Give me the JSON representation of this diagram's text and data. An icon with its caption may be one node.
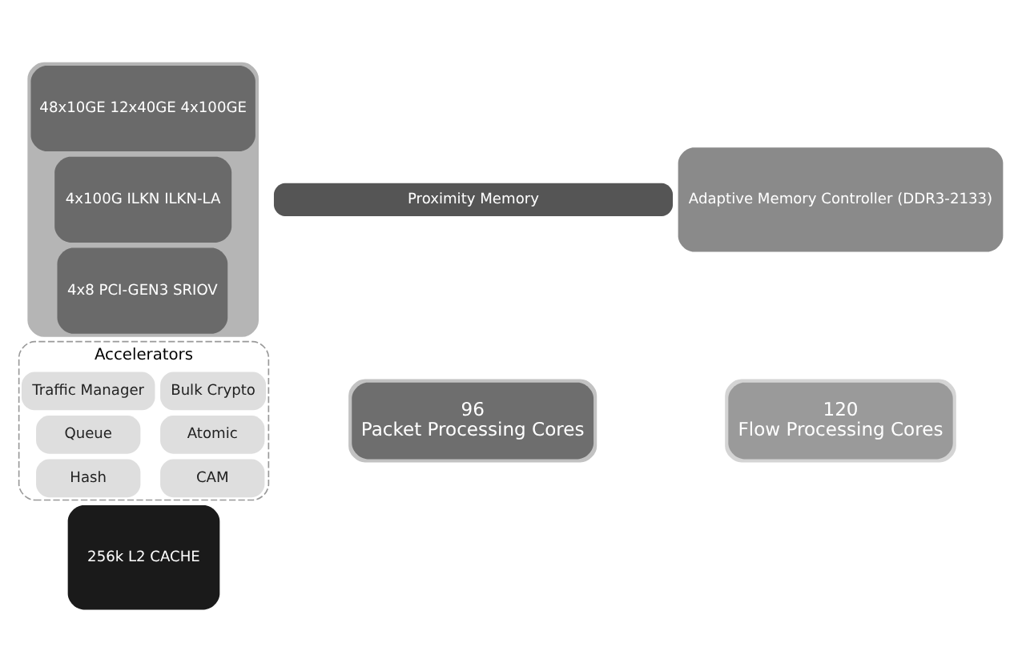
{
  "diagram": {
    "nodes": [
      {
        "text": [
          "256k L2 CACHE"
        ]
      },
      {
        "text": [
          "Accelerators"
        ]
      },
      {
        "text": [
          "Queue"
        ],
        "in": 1
      },
      {
        "text": [
          "Atomic"
        ],
        "in": 1
      },
      {
        "text": [
          "Hash"
        ],
        "in": 1
      },
      {
        "text": [
          "Traffic Manager"
        ],
        "in": 1
      },
      {
        "text": [
          "Bulk Crypto"
        ],
        "in": 1
      },
      {
        "text": [
          "CAM"
        ],
        "in": 1
      },
      {
        "text": [
          "Adaptive Memory Controller (DDR3-2133)"
        ]
      },
      {
        "text": [],
        "shape": "box"
      },
      {
        "text": [
          "48x10GE 12x40GE 4x100GE"
        ],
        "in": 9
      },
      {
        "text": [
          "4x100G ILKN ILKN-LA"
        ],
        "in": 9
      },
      {
        "text": [
          "4x8 PCI-GEN3 SRIOV"
        ],
        "in": 9
      },
      {
        "text": [
          "Proximity Memory"
        ]
      },
      {
        "text": [],
        "shape": "box"
      },
      {
        "text": [
          "96",
          "Packet Processing Cores"
        ],
        "in": 14
      },
      {
        "text": [],
        "shape": "box"
      },
      {
        "text": [
          "120",
          "Flow Processing Cores"
        ],
        "in": 16
      }
    ],
    "edges": []
  }
}
